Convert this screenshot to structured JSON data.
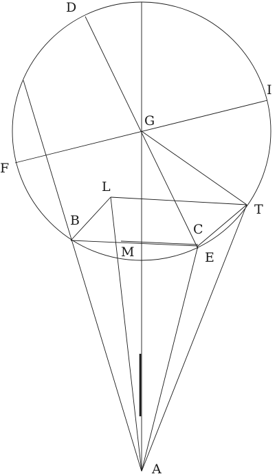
{
  "diagram": {
    "labels": {
      "D": "D",
      "I": "I",
      "G": "G",
      "F": "F",
      "L": "L",
      "T": "T",
      "B": "B",
      "C": "C",
      "M": "M",
      "E": "E",
      "A": "A"
    }
  }
}
